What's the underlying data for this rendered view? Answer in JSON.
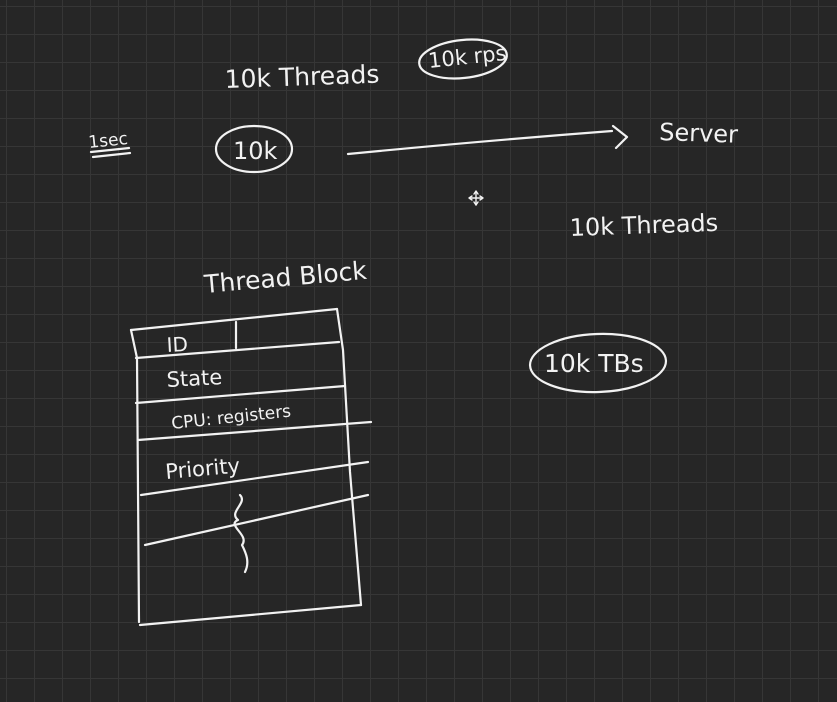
{
  "notes": {
    "threads_top": "10k Threads",
    "rps_bubble": "10k rps",
    "time_label": "1sec",
    "requests_bubble": "10k",
    "server_label": "Server",
    "threads_right": "10k Threads",
    "tb_bubble": "10k TBs"
  },
  "thread_block": {
    "title": "Thread Block",
    "rows": [
      "ID",
      "State",
      "CPU: registers",
      "Priority"
    ],
    "continuation": "}"
  },
  "colors": {
    "background": "#262626",
    "grid": "#363636",
    "ink": "#f2f2f2"
  },
  "cursor_icon": "move-cursor-icon"
}
